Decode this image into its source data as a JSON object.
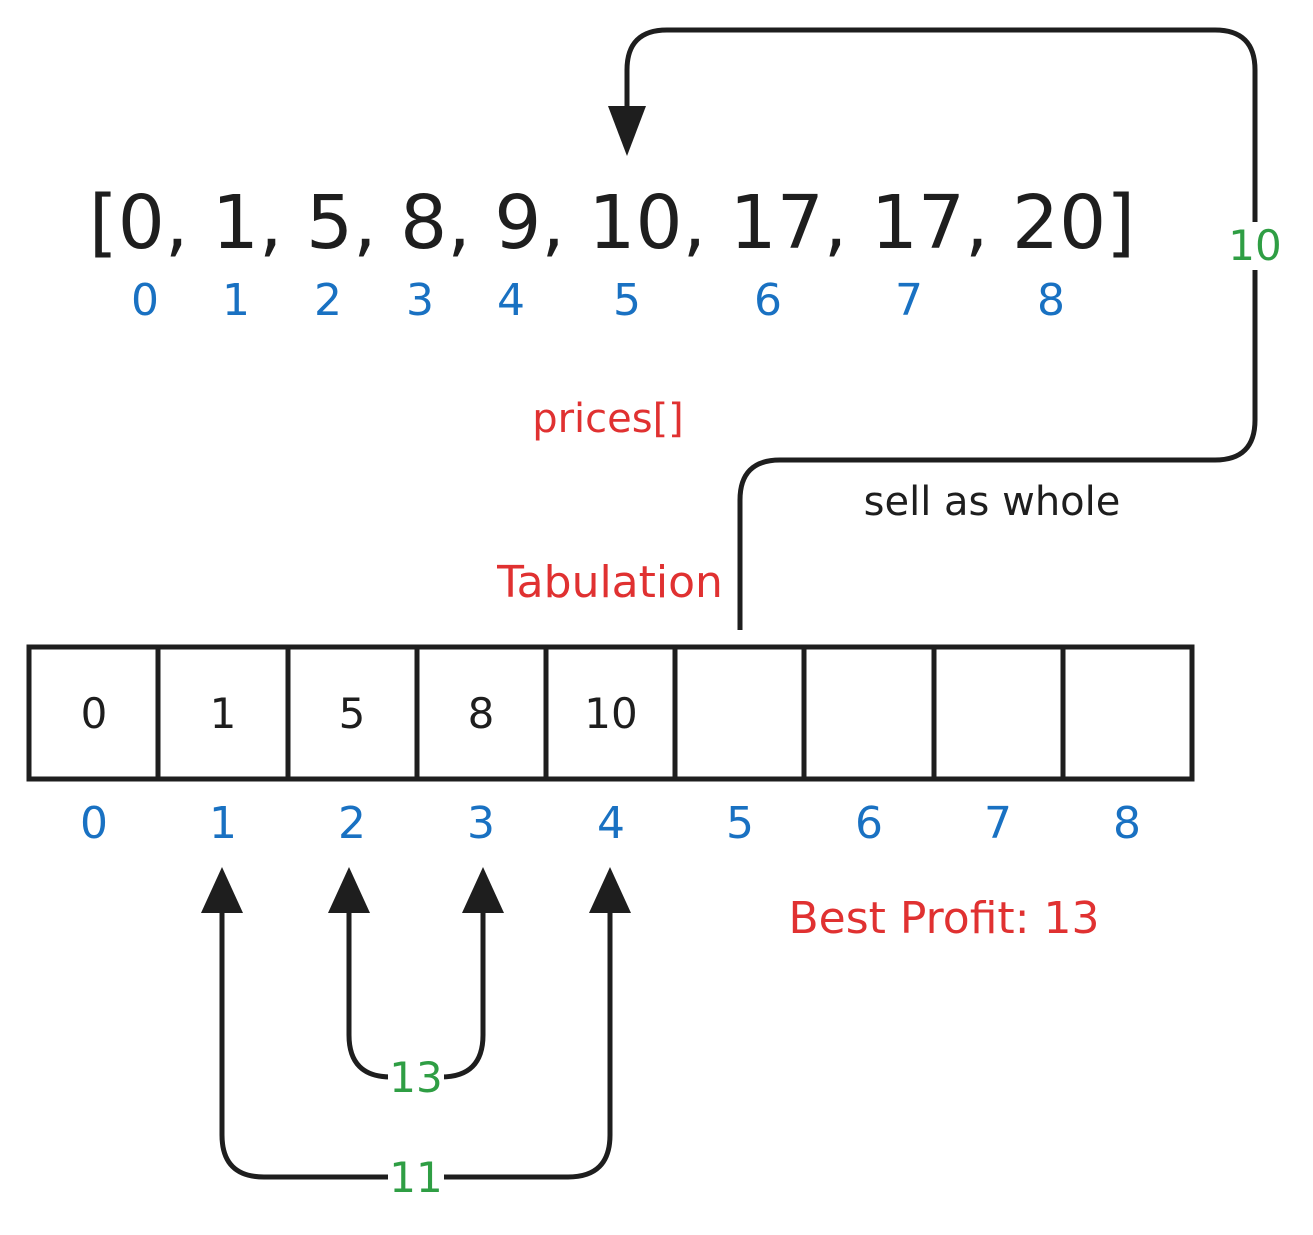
{
  "colors": {
    "ink": "#1e1e1e",
    "index": "#1971c2",
    "label": "#e03131",
    "edge": "#2f9e44"
  },
  "prices": {
    "text": "[0, 1, 5, 8, 9, 10, 17, 17, 20]",
    "indices": [
      "0",
      "1",
      "2",
      "3",
      "4",
      "5",
      "6",
      "7",
      "8"
    ],
    "label": "prices[]"
  },
  "table": {
    "label": "Tabulation",
    "cells": [
      "0",
      "1",
      "5",
      "8",
      "10",
      "",
      "",
      "",
      ""
    ],
    "indices": [
      "0",
      "1",
      "2",
      "3",
      "4",
      "5",
      "6",
      "7",
      "8"
    ]
  },
  "arrows": {
    "sell_whole_label": "sell as whole",
    "sell_whole_value": "10",
    "inner_value": "13",
    "outer_value": "11"
  },
  "best_profit": "Best Profit: 13",
  "icons": {
    "arrowhead": "triangle-arrowhead-icon"
  }
}
